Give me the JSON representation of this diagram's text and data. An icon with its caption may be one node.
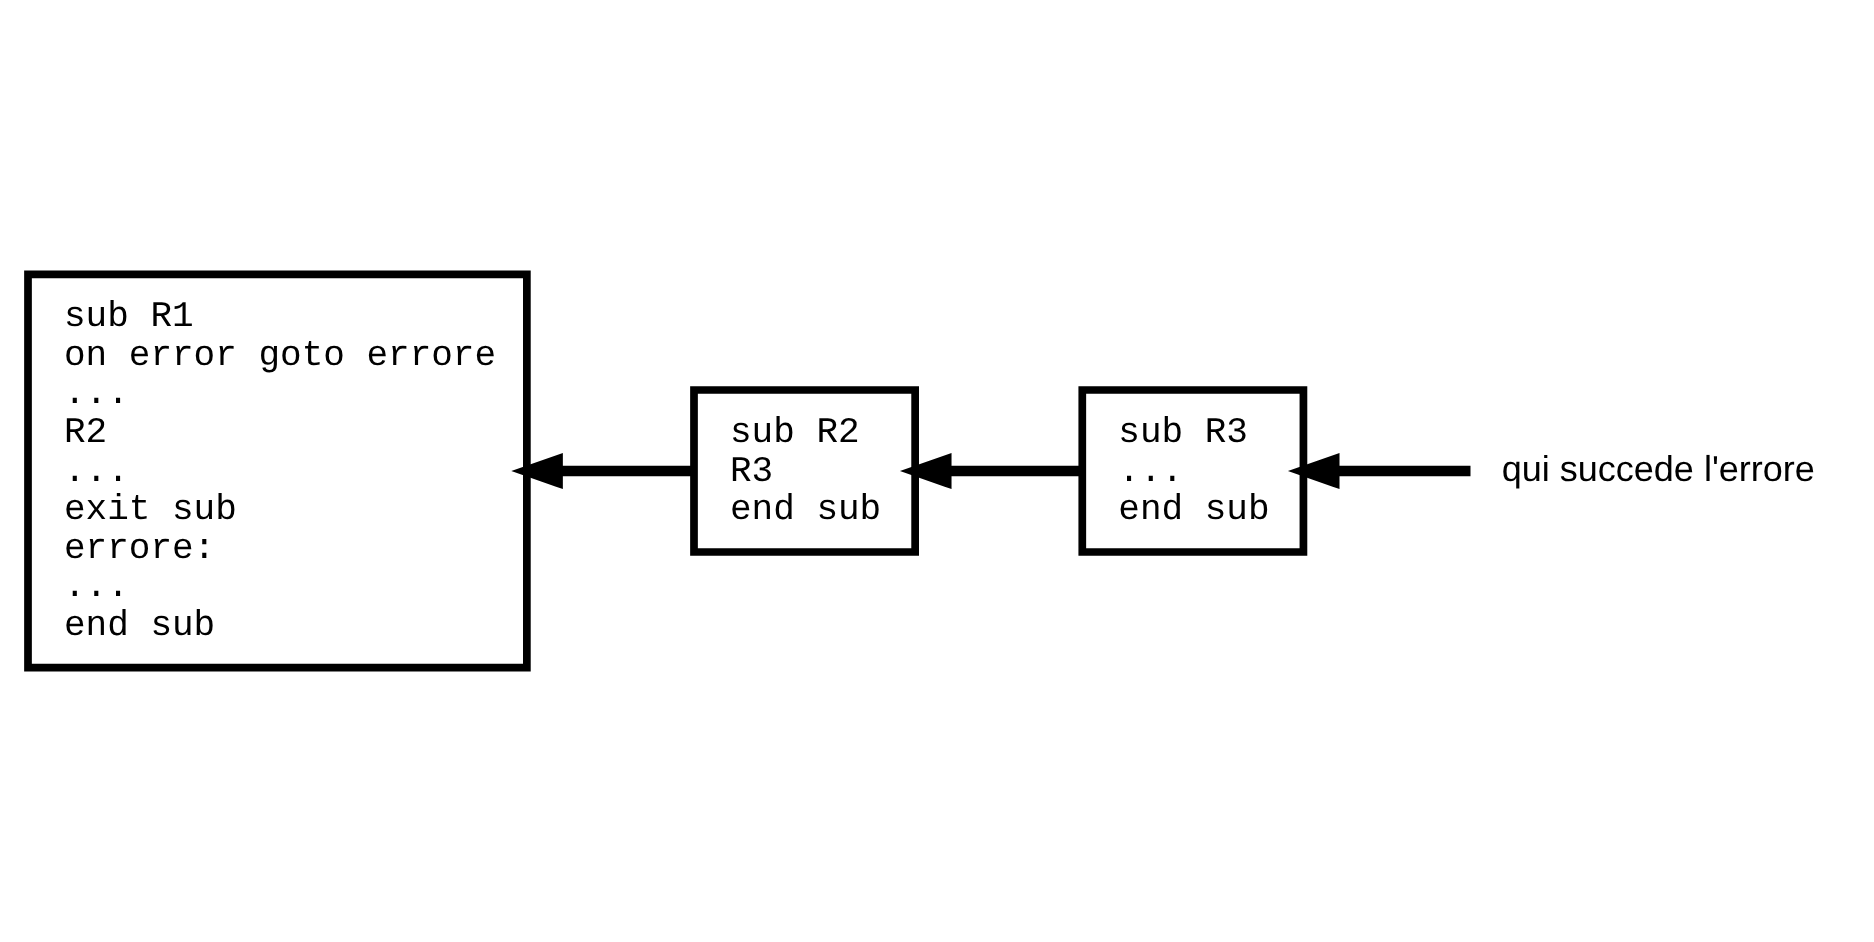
{
  "diagram": {
    "nodes": [
      {
        "text": [
          "sub R1",
          "on error goto errore",
          "...",
          "R2",
          "...",
          "exit sub",
          "errore:",
          "...",
          "end sub"
        ]
      },
      {
        "text": [
          "qui succede l'errore"
        ]
      },
      {
        "text": [
          "sub R2",
          "R3",
          "end sub"
        ]
      },
      {
        "text": [
          "sub R3",
          "...",
          "end sub"
        ]
      }
    ],
    "edges": [
      {
        "from": 1,
        "to": 3,
        "arrow": "to"
      },
      {
        "from": 3,
        "to": 2,
        "arrow": "to"
      },
      {
        "from": 2,
        "to": 0,
        "arrow": "to"
      }
    ]
  }
}
